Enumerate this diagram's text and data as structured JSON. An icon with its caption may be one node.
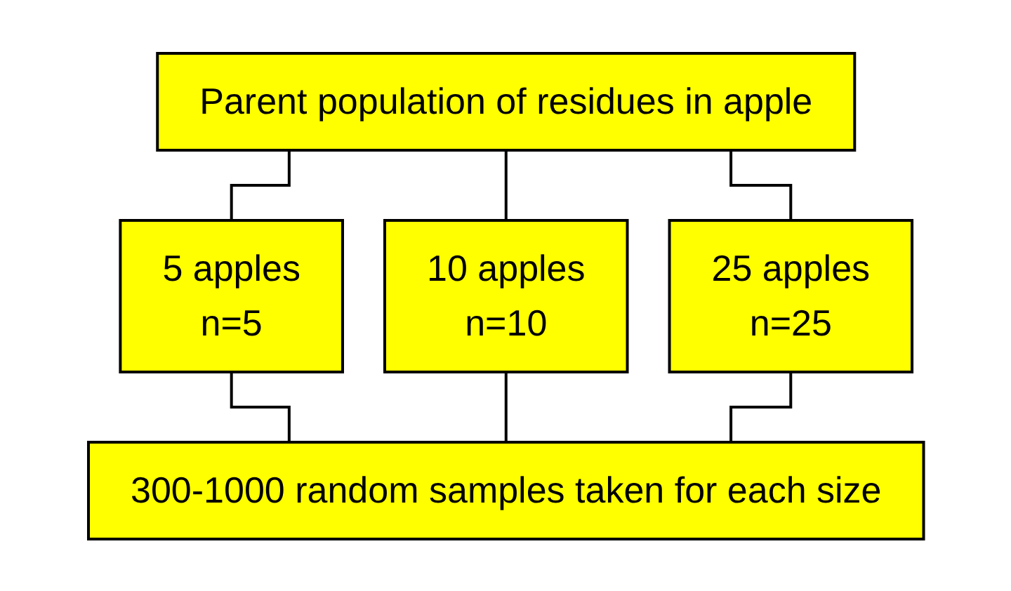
{
  "diagram": {
    "nodes": [
      {
        "text": [
          "Parent population of residues in apple"
        ]
      },
      {
        "text": [
          "5 apples",
          "n=5"
        ]
      },
      {
        "text": [
          "10 apples",
          "n=10"
        ]
      },
      {
        "text": [
          "25 apples",
          "n=25"
        ]
      },
      {
        "text": [
          "300-1000 random samples taken for each size"
        ]
      }
    ],
    "edges": [
      {
        "from": 0,
        "to": 1,
        "arrow": "none"
      },
      {
        "from": 0,
        "to": 2,
        "arrow": "none"
      },
      {
        "from": 0,
        "to": 3,
        "arrow": "none"
      },
      {
        "from": 1,
        "to": 4,
        "arrow": "none"
      },
      {
        "from": 2,
        "to": 4,
        "arrow": "none"
      },
      {
        "from": 3,
        "to": 4,
        "arrow": "none"
      }
    ]
  }
}
